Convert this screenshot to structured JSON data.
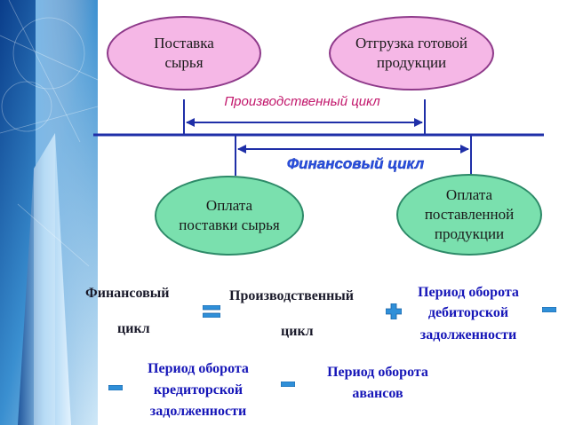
{
  "top_ovals": {
    "supply": [
      "Поставка",
      "сырья"
    ],
    "shipment": [
      "Отгрузка готовой",
      "продукции"
    ]
  },
  "bottom_ovals": {
    "pay_supply": [
      "Оплата",
      "поставки сырья"
    ],
    "pay_delivered": [
      "Оплата",
      "поставленной",
      "продукции"
    ]
  },
  "cycles": {
    "production": "Производственный цикл",
    "financial": "Финансовый цикл"
  },
  "formula": {
    "term1": [
      "Финансовый",
      "цикл"
    ],
    "term2": [
      "Производственный",
      "цикл"
    ],
    "term3": [
      "Период оборота",
      "дебиторской",
      "задолженности"
    ],
    "term4": [
      "Период оборота",
      "кредиторской",
      "задолженности"
    ],
    "term5": [
      "Период оборота",
      "авансов"
    ]
  },
  "colors": {
    "pink_oval": "#f5b7e6",
    "green_oval": "#7ae0ae",
    "timeline": "#1f2fa8",
    "production_text": "#c2186c",
    "financial_text": "#2a50e0",
    "formula_blue": "#1616b8",
    "operator_blue": "#2f8fd8"
  }
}
